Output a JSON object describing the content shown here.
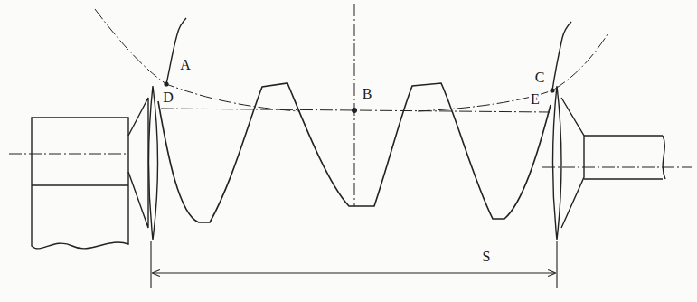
{
  "diagram": {
    "labels": [
      "A",
      "B",
      "C",
      "D",
      "E",
      "S"
    ]
  }
}
